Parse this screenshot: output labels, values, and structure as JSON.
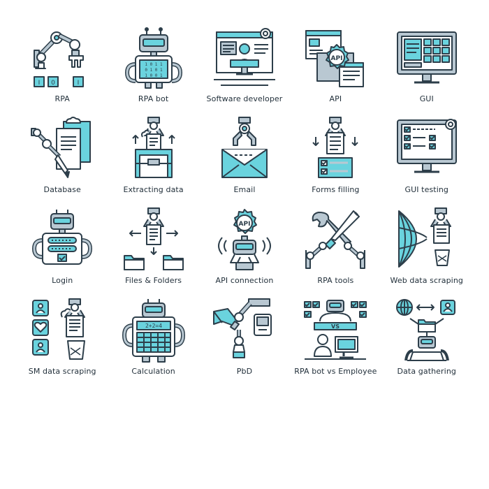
{
  "colors": {
    "outline": "#2d3e4a",
    "accent": "#6ad3de",
    "fill": "#b9c8d2",
    "bg": "#ffffff"
  },
  "icons": [
    {
      "label": "RPA",
      "icon": "robotic-arm-icon",
      "extra": [
        "I",
        "0",
        "I"
      ]
    },
    {
      "label": "RPA bot",
      "icon": "robot-binary-icon",
      "extra": [
        "1 0 1 1",
        "0 1 0 1",
        "1 0 0 1"
      ]
    },
    {
      "label": "Software developer",
      "icon": "developer-monitor-icon"
    },
    {
      "label": "API",
      "icon": "api-gear-icon",
      "extra": [
        "API"
      ]
    },
    {
      "label": "GUI",
      "icon": "gui-monitor-icon"
    },
    {
      "label": "Database",
      "icon": "database-document-icon"
    },
    {
      "label": "Extracting data",
      "icon": "extract-data-icon"
    },
    {
      "label": "Email",
      "icon": "email-gripper-icon"
    },
    {
      "label": "Forms filling",
      "icon": "forms-filling-icon"
    },
    {
      "label": "GUI testing",
      "icon": "gui-testing-icon"
    },
    {
      "label": "Login",
      "icon": "login-robot-icon"
    },
    {
      "label": "Files & Folders",
      "icon": "files-folders-icon"
    },
    {
      "label": "API connection",
      "icon": "api-connection-icon",
      "extra": [
        "API"
      ]
    },
    {
      "label": "RPA tools",
      "icon": "rpa-tools-icon"
    },
    {
      "label": "Web data scraping",
      "icon": "web-scraping-icon"
    },
    {
      "label": "SM data scraping",
      "icon": "sm-scraping-icon"
    },
    {
      "label": "Calculation",
      "icon": "calculator-robot-icon",
      "extra": [
        "2+2=4"
      ]
    },
    {
      "label": "PbD",
      "icon": "pbd-handshake-icon"
    },
    {
      "label": "RPA bot vs Employee",
      "icon": "bot-vs-employee-icon",
      "extra": [
        "VS"
      ]
    },
    {
      "label": "Data gathering",
      "icon": "data-gathering-icon"
    }
  ]
}
